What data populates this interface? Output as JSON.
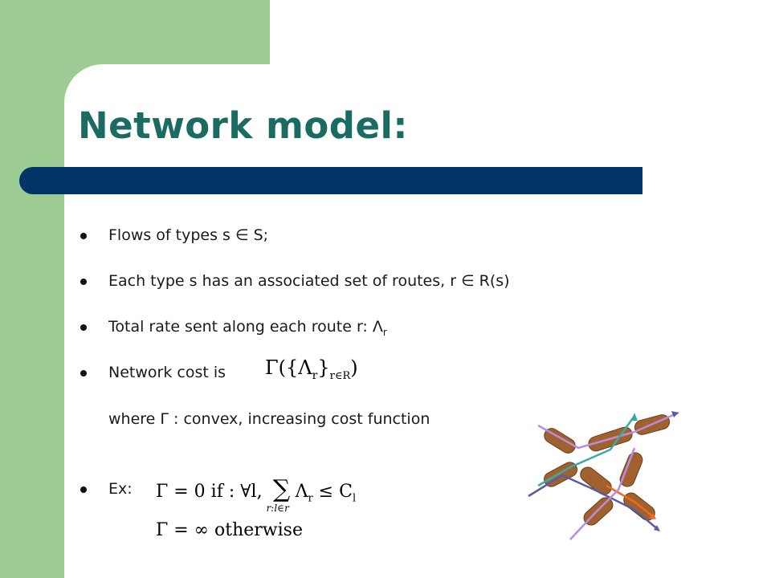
{
  "slide": {
    "title": "Network model:",
    "bullets": [
      "Flows of types s ∈ S;",
      "Each type s has an associated set of routes, r ∈ R(s)",
      "Total rate sent along each route r: Λ",
      "Network cost is",
      "Ex:"
    ],
    "bullet3_sub": "r",
    "where_line": "where Γ : convex, increasing cost function",
    "cost_formula": "Γ({Λ",
    "cost_formula_sub": "r",
    "cost_formula_tail": "}",
    "cost_formula_set": "r∈R",
    "cost_formula_close": ")",
    "ex_formula_1a": "Γ = 0 if : ∀l, ",
    "ex_sum": "∑",
    "ex_sum_under": "r:l∈r",
    "ex_formula_1b": "Λ",
    "ex_formula_1b_sub": "r",
    "ex_formula_1c": " ≤ C",
    "ex_formula_1c_sub": "l",
    "ex_formula_2": "Γ = ∞ otherwise"
  },
  "colors": {
    "green": "#9ccc94",
    "title": "#1a6b62",
    "bar": "#003366"
  },
  "icons": [
    "pipe-network-diagram"
  ]
}
